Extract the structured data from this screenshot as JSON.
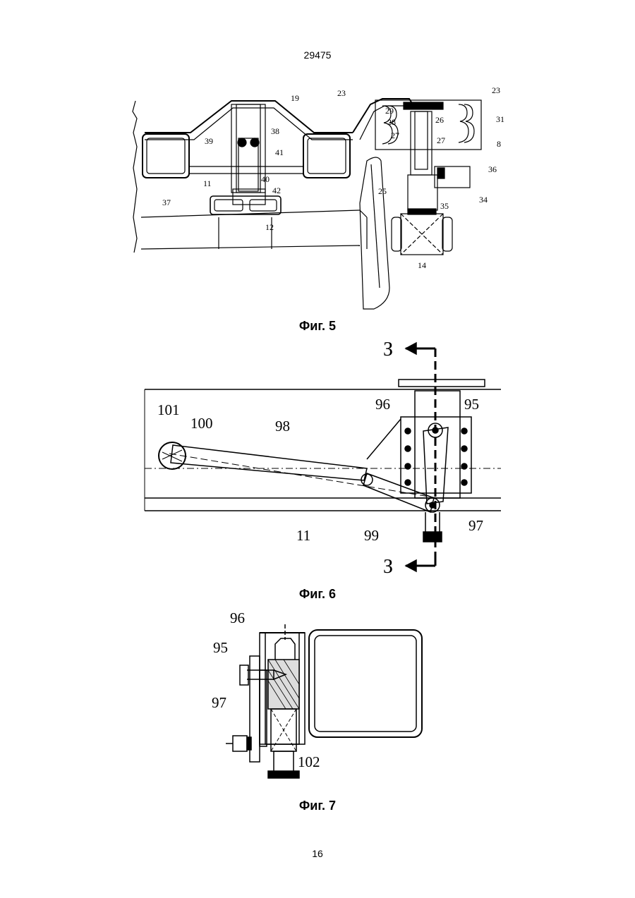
{
  "document": {
    "number": "29475",
    "page": "16"
  },
  "figures": [
    {
      "caption": "Фиг. 5",
      "labels": [
        "19",
        "23",
        "23",
        "29",
        "26",
        "28",
        "27",
        "27",
        "31",
        "8",
        "39",
        "38",
        "41",
        "40",
        "42",
        "11",
        "12",
        "37",
        "36",
        "25",
        "34",
        "35",
        "14"
      ]
    },
    {
      "caption": "Фиг. 6",
      "labels": [
        "З",
        "З",
        "96",
        "95",
        "101",
        "100",
        "98",
        "11",
        "99",
        "97"
      ]
    },
    {
      "caption": "Фиг. 7",
      "labels": [
        "96",
        "95",
        "97",
        "102"
      ]
    }
  ]
}
